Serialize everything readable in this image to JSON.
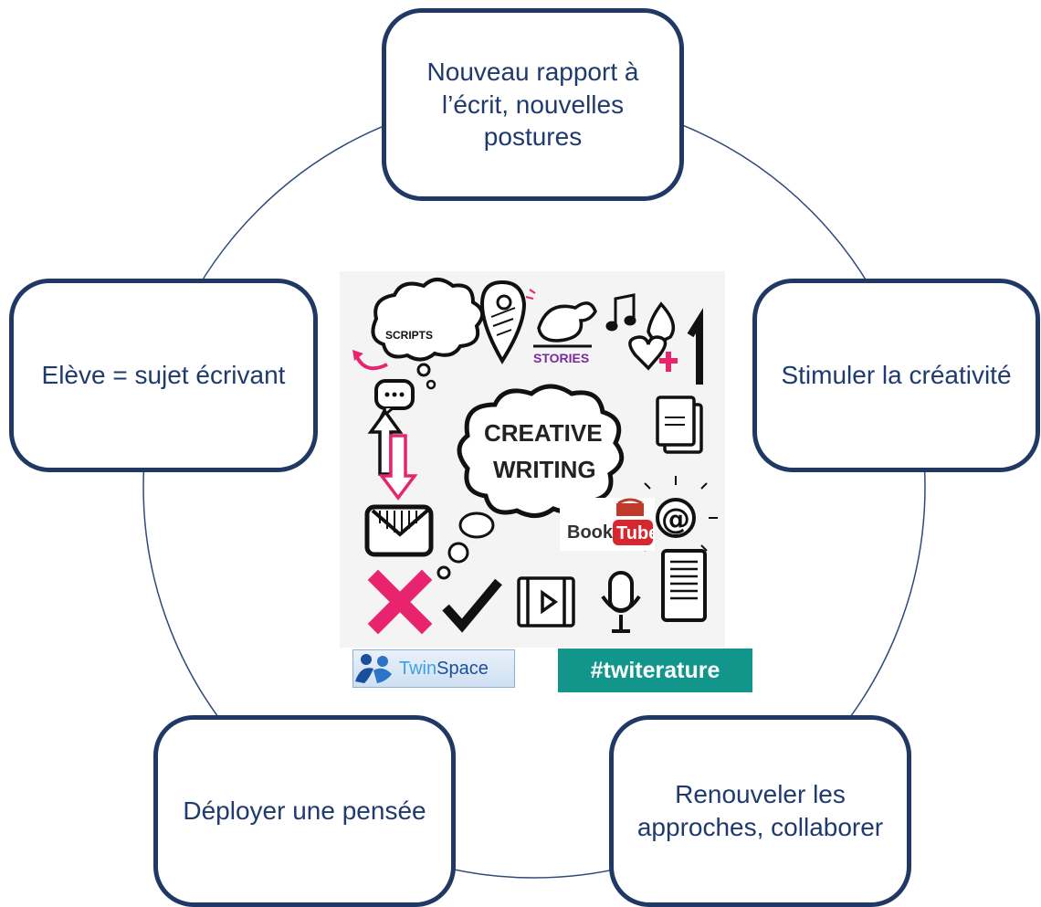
{
  "nodes": {
    "top": "Nouveau rapport à l’écrit, nouvelles postures",
    "left": "Elève = sujet écrivant",
    "right": "Stimuler la créativité",
    "bottom_left": "Déployer une pensée",
    "bottom_right": "Renouveler les approches, collaborer"
  },
  "image": {
    "cloud_line1": "CREATIVE",
    "cloud_line2": "WRITING",
    "scripts": "SCRIPTS",
    "stories": "STORIES",
    "booktube_book": "Book",
    "booktube_tube": "Tube"
  },
  "logos": {
    "twinspace_twin": "Twin",
    "twinspace_space": "Space",
    "twiterature": "#twiterature"
  },
  "colors": {
    "node_border": "#1f3864",
    "node_text": "#1f3a6e",
    "ring": "#2e4a7a",
    "accent_pink": "#e8246e",
    "twiterature_bg": "#12968b"
  }
}
